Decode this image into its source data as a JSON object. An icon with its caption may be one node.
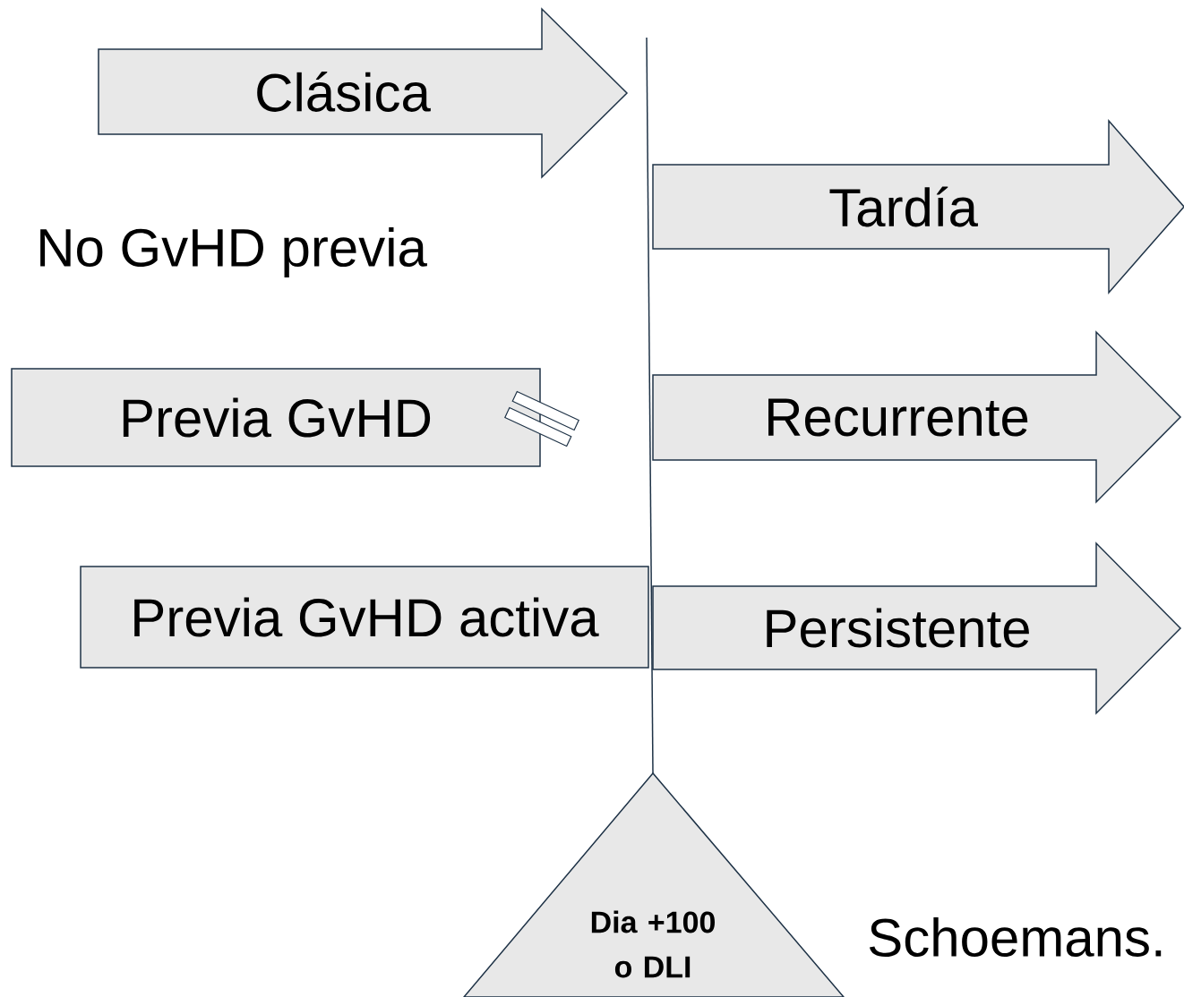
{
  "diagram": {
    "nodes": [
      {
        "text": [
          "Clásica"
        ]
      },
      {
        "text": [
          "Tardía"
        ]
      },
      {
        "text": [
          "Previa GvHD"
        ]
      },
      {
        "text": [
          "Recurrente"
        ]
      },
      {
        "text": [
          "Previa GvHD activa"
        ]
      },
      {
        "text": [
          "Persistente"
        ]
      },
      {
        "text": [
          "Dia +100 o DLI"
        ]
      }
    ],
    "labels": [
      "No GvHD previa",
      "Schoemans."
    ]
  }
}
